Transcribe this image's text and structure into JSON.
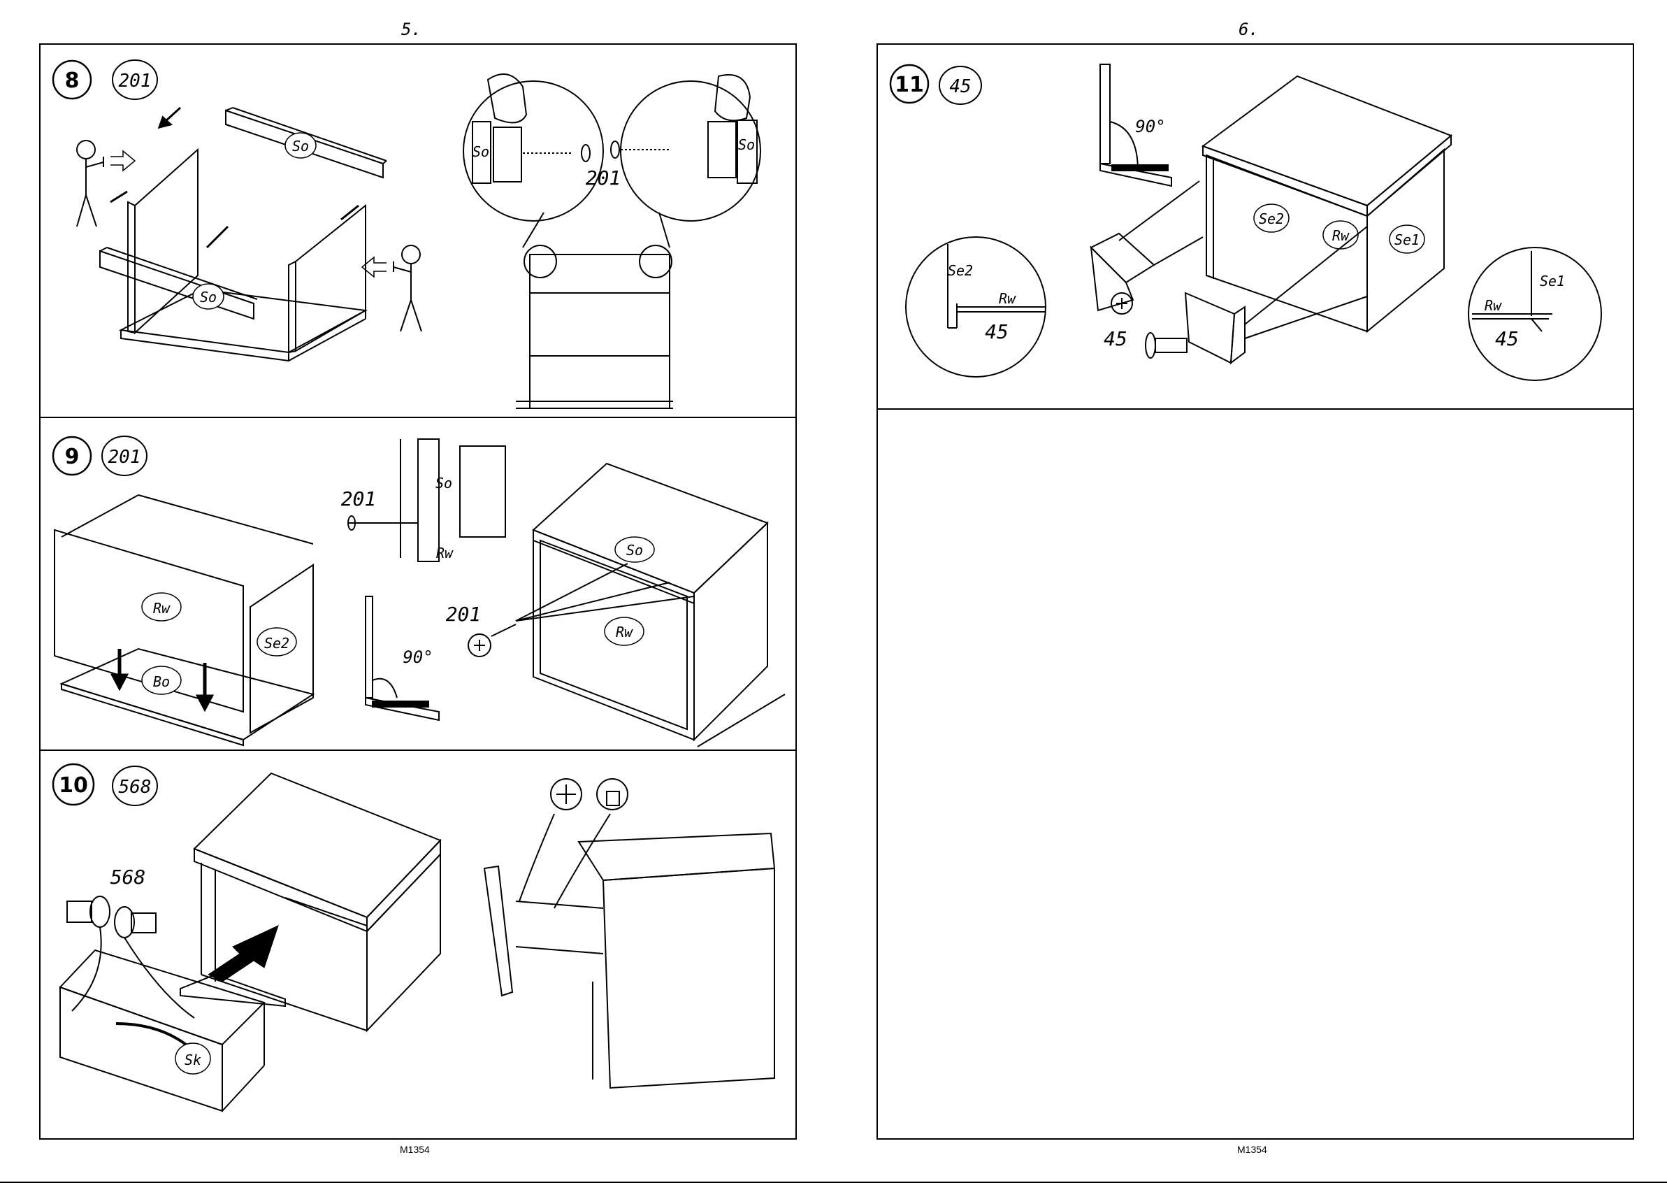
{
  "pages": [
    {
      "number": "5.",
      "ref": "M1354"
    },
    {
      "number": "6.",
      "ref": "M1354"
    }
  ],
  "steps": [
    {
      "step": "8",
      "part_qty": "201",
      "labels": {
        "board_top": "So",
        "board_front": "So",
        "zoom_left": "So",
        "zoom_right": "So",
        "screw": "201"
      }
    },
    {
      "step": "9",
      "part_qty": "201",
      "labels": {
        "back": "Rw",
        "bottom": "Bo",
        "side": "Se2",
        "detail_board": "So",
        "detail_back": "Rw",
        "screw_top": "201",
        "square_angle": "90°",
        "screw_bottom": "201",
        "cab_so": "So",
        "cab_rw": "Rw"
      }
    },
    {
      "step": "10",
      "part_qty": "568",
      "labels": {
        "screw": "568",
        "drawer": "Sk"
      }
    },
    {
      "step": "11",
      "part_qty": "45",
      "labels": {
        "square_angle": "90°",
        "side2": "Se2",
        "back": "Rw",
        "side1": "Se1",
        "zoom_left_se2": "Se2",
        "zoom_left_rw": "Rw",
        "zoom_left_qty": "45",
        "screw": "45",
        "zoom_right_se1": "Se1",
        "zoom_right_rw": "Rw",
        "zoom_right_qty": "45"
      }
    }
  ],
  "icons": [
    "person-pushing-icon",
    "arrow-icon",
    "screw-icon",
    "hand-icon",
    "square-tool-icon",
    "bracket-icon"
  ]
}
